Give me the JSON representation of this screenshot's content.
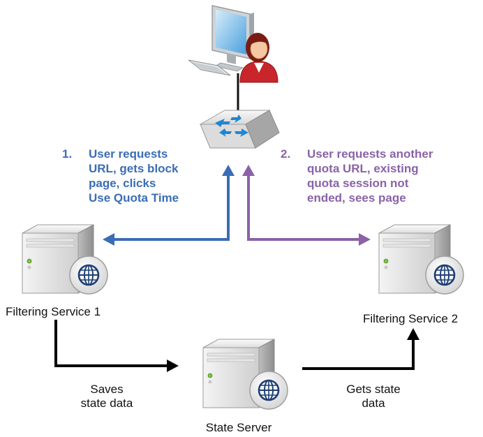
{
  "colors": {
    "step1": "#3a6db5",
    "step2": "#8a62a8",
    "flow": "#000000"
  },
  "steps": [
    {
      "number": "1.",
      "text": "User requests\nURL, gets block\npage, clicks\nUse Quota Time"
    },
    {
      "number": "2.",
      "text": "User requests another\nquota URL, existing\nquota session not\nended, sees page"
    }
  ],
  "nodes": {
    "filtering_service_1": "Filtering Service 1",
    "filtering_service_2": "Filtering Service 2",
    "state_server": "State Server"
  },
  "edges": {
    "saves": "Saves\nstate data",
    "gets": "Gets state\ndata"
  },
  "icons": [
    "workstation-icon",
    "user-icon",
    "router-icon",
    "server-icon",
    "globe-icon"
  ]
}
